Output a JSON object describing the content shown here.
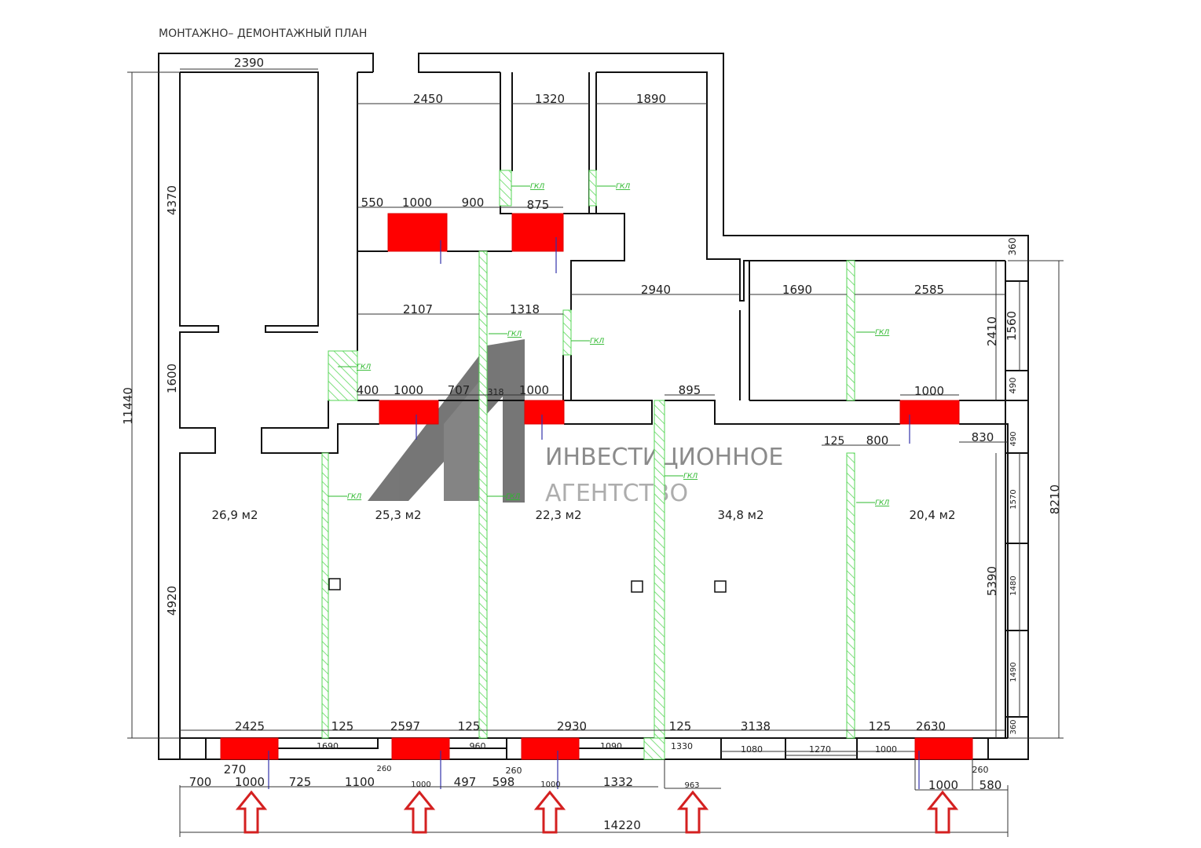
{
  "title": "МОНТАЖНО– ДЕМОНТАЖНЫЙ   ПЛАН",
  "watermark": {
    "line1": "ИНВЕСТИЦИОННОЕ",
    "line2": "АГЕНТСТВО",
    "mark": "А1"
  },
  "partition_label": "ГКЛ",
  "rooms": [
    {
      "area": "26,9  м2"
    },
    {
      "area": "25,3  м2"
    },
    {
      "area": "22,3  м2"
    },
    {
      "area": "34,8  м2"
    },
    {
      "area": "20,4  м2"
    }
  ],
  "colors": {
    "new_door": "#ff0000",
    "partition": "#55d655",
    "arrow": "#d42020",
    "wall": "#111111"
  },
  "dims": [
    "2390",
    "2450",
    "1320",
    "1890",
    "550",
    "1000",
    "900",
    "875",
    "2107",
    "1318",
    "2940",
    "1690",
    "2585",
    "400",
    "1000",
    "707",
    "318",
    "1000",
    "895",
    "1000",
    "125",
    "800",
    "830",
    "2425",
    "125",
    "2597",
    "125",
    "2930",
    "125",
    "3138",
    "125",
    "2630",
    "1690",
    "960",
    "1090",
    "1330",
    "1080",
    "1270",
    "1000",
    "270",
    "260",
    "260",
    "260",
    "700",
    "1000",
    "725",
    "1100",
    "1000",
    "497",
    "598",
    "1000",
    "1332",
    "963",
    "1000",
    "580",
    "14220",
    "11440",
    "4370",
    "1600",
    "4920",
    "2410",
    "1560",
    "490",
    "360",
    "490",
    "1570",
    "1480",
    "1490",
    "360",
    "5390",
    "8210"
  ]
}
